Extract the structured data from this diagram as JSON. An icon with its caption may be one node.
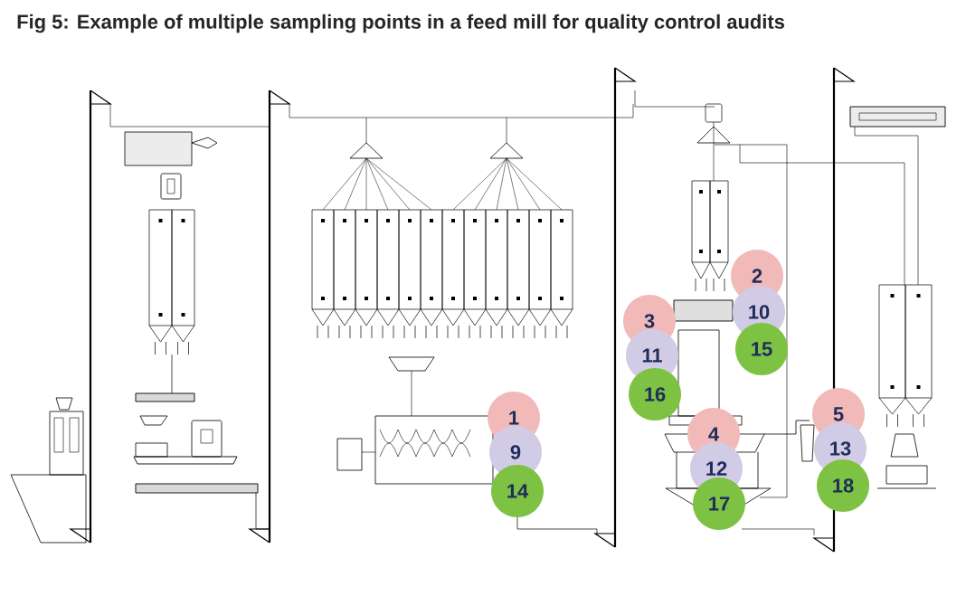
{
  "diagram": {
    "title": "Fig 5: Example of multiple sampling points in a feed mill for quality control audits",
    "nodes": [
      {
        "text": [
          "1"
        ]
      },
      {
        "text": [
          "2"
        ]
      },
      {
        "text": [
          "3"
        ]
      },
      {
        "text": [
          "4"
        ]
      },
      {
        "text": [
          "5"
        ]
      },
      {
        "text": [
          "9"
        ]
      },
      {
        "text": [
          "10"
        ]
      },
      {
        "text": [
          "11"
        ]
      },
      {
        "text": [
          "12"
        ]
      },
      {
        "text": [
          "13"
        ]
      },
      {
        "text": [
          "14"
        ]
      },
      {
        "text": [
          "15"
        ]
      },
      {
        "text": [
          "16"
        ]
      },
      {
        "text": [
          "17"
        ]
      },
      {
        "text": [
          "18"
        ]
      }
    ]
  }
}
